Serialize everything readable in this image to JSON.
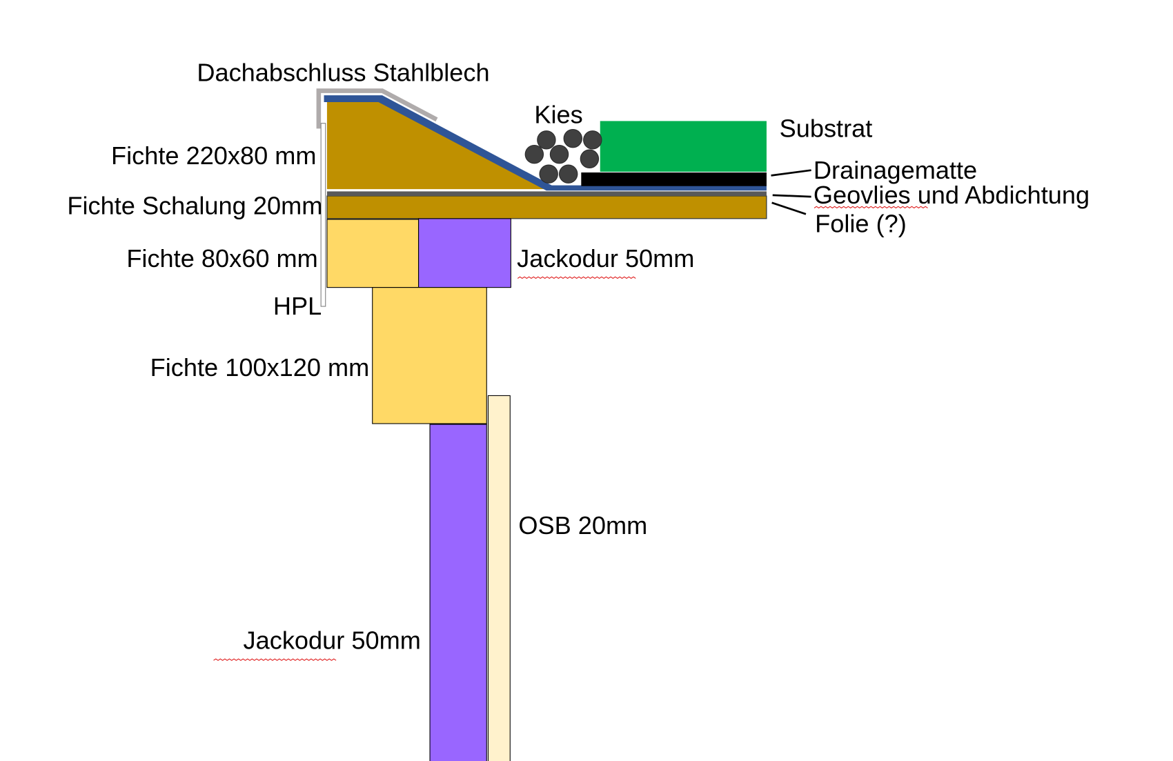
{
  "labels": {
    "dachabschluss": "Dachabschluss Stahlblech",
    "kies": "Kies",
    "substrat": "Substrat",
    "drainagematte": "Drainagematte",
    "geovlies": "Geovlies und Abdichtung",
    "folie": "Folie (?)",
    "fichte_220": "Fichte 220x80 mm",
    "schalung": "Fichte Schalung 20mm",
    "fichte_80": "Fichte 80x60 mm",
    "jackodur_top": "Jackodur 50mm",
    "hpl": "HPL",
    "fichte_100": "Fichte 100x120 mm",
    "osb": "OSB 20mm",
    "jackodur_wall": "Jackodur 50mm"
  },
  "colors": {
    "wood_brown": "#BF9000",
    "wood_yellow": "#FFD966",
    "insulation_purple": "#9966FF",
    "osb": "#FFF2CC",
    "substrate_green": "#00B050",
    "membrane_blue": "#2F5597",
    "steel_grey": "#AFABAB",
    "gravel": "#404040"
  }
}
